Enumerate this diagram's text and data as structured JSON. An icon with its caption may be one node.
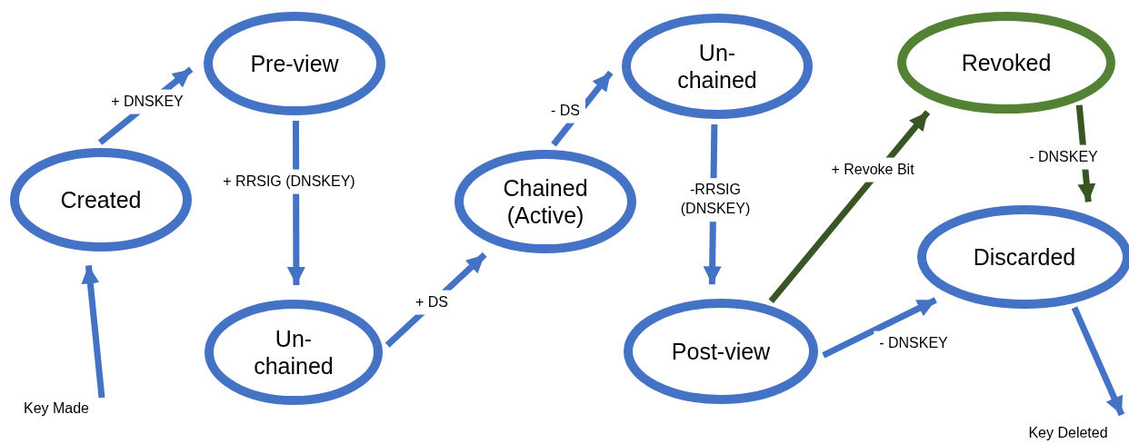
{
  "diagram": {
    "nodes": [
      {
        "text": [
          "Created"
        ]
      },
      {
        "text": [
          "Pre-view"
        ]
      },
      {
        "text": [
          "Un- chained"
        ]
      },
      {
        "text": [
          "Chained (Active)"
        ]
      },
      {
        "text": [
          "Un- chained"
        ]
      },
      {
        "text": [
          "Post-view"
        ]
      },
      {
        "text": [
          "Revoked"
        ]
      },
      {
        "text": [
          "Discarded"
        ]
      },
      {
        "text": [
          "Key Made"
        ]
      },
      {
        "text": [
          "Key Deleted"
        ]
      }
    ],
    "edges": [
      {
        "from": 8,
        "to": 0,
        "arrow": "to"
      },
      {
        "from": 0,
        "to": 1,
        "arrow": "to",
        "label": "+ DNSKEY"
      },
      {
        "from": 1,
        "to": 2,
        "arrow": "to",
        "label": "+ RRSIG (DNSKEY)"
      },
      {
        "from": 2,
        "to": 3,
        "arrow": "to",
        "label": "+ DS"
      },
      {
        "from": 3,
        "to": 4,
        "arrow": "to",
        "label": "- DS"
      },
      {
        "from": 4,
        "to": 5,
        "arrow": "to",
        "label": "-RRSIG (DNSKEY)"
      },
      {
        "from": 5,
        "to": 6,
        "arrow": "to",
        "label": "+ Revoke Bit",
        "color": "#375623"
      },
      {
        "from": 6,
        "to": 7,
        "arrow": "to",
        "label": "- DNSKEY",
        "color": "#375623"
      },
      {
        "from": 5,
        "to": 7,
        "arrow": "to",
        "label": "- DNSKEY"
      },
      {
        "from": 7,
        "to": 9,
        "arrow": "to"
      }
    ]
  }
}
